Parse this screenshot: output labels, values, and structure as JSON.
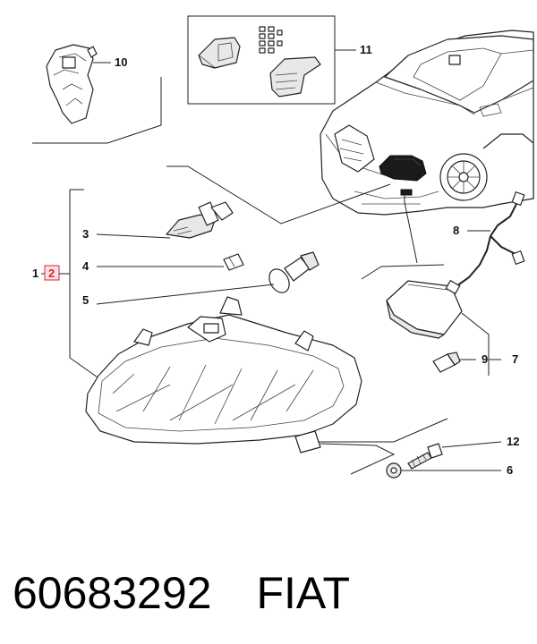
{
  "callouts": {
    "c1": "1",
    "c2": "2",
    "c3": "3",
    "c4": "4",
    "c5": "5",
    "c6": "6",
    "c7": "7",
    "c8": "8",
    "c9": "9",
    "c10": "10",
    "c11": "11",
    "c12": "12"
  },
  "highlight_color": "#d9232e",
  "footer": {
    "part_number": "60683292",
    "brand": "FIAT"
  }
}
